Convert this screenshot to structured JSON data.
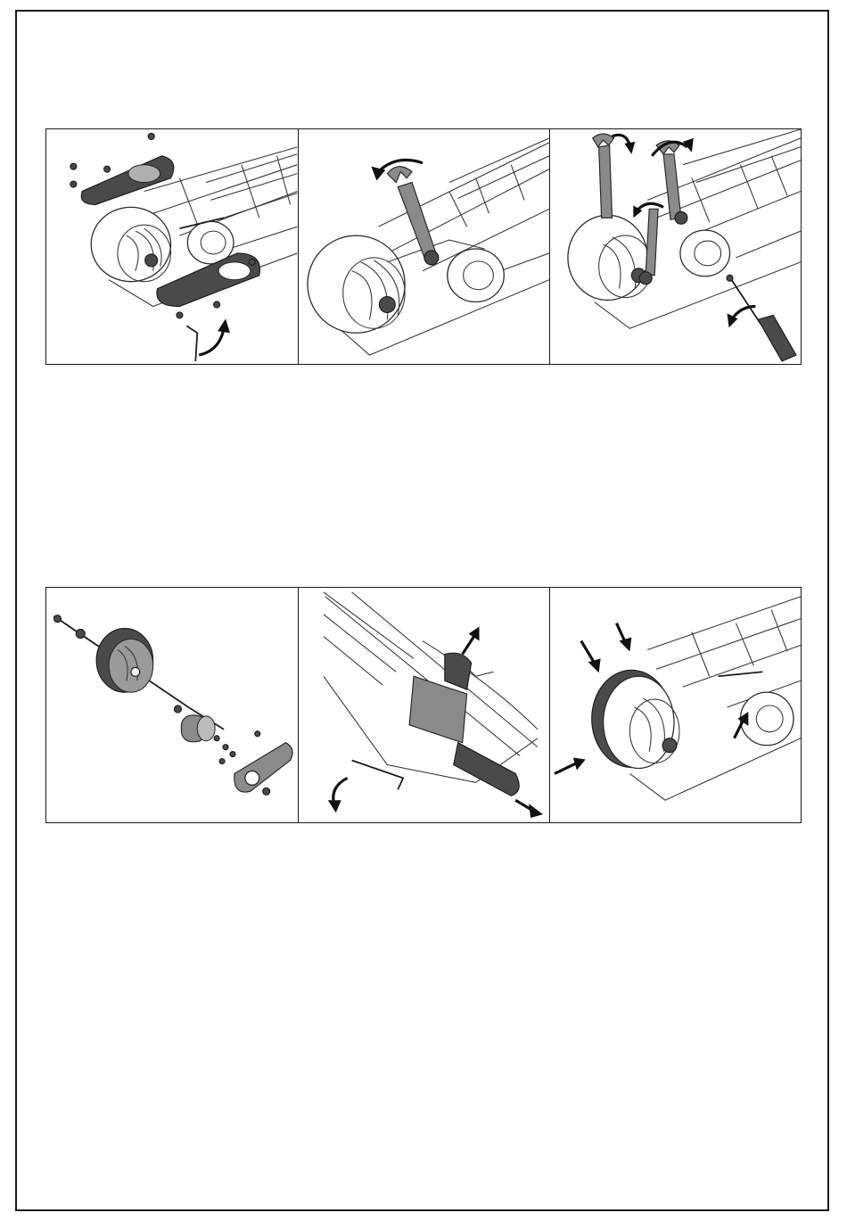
{
  "document": {
    "figures": [
      {
        "id": "top-row",
        "panels": [
          {
            "step": "remove-motor-covers",
            "icons": [
              "hex-key-icon",
              "rotate-arrow-icon",
              "bolt-icon"
            ]
          },
          {
            "step": "loosen-axle-nut",
            "icons": [
              "wrench-icon",
              "rotate-arrow-icon"
            ]
          },
          {
            "step": "unscrew-axle-and-mount",
            "icons": [
              "wrench-icon",
              "screwdriver-icon",
              "rotate-arrow-icon"
            ]
          }
        ]
      },
      {
        "id": "bottom-row",
        "panels": [
          {
            "step": "exploded-wheel-assembly",
            "icons": [
              "wheel-icon",
              "axle-icon",
              "bolt-icon"
            ]
          },
          {
            "step": "remove-motor-housing",
            "icons": [
              "hex-key-icon",
              "push-arrow-icon"
            ]
          },
          {
            "step": "reinstall-wheel",
            "icons": [
              "push-arrow-icon"
            ]
          }
        ]
      }
    ],
    "colors": {
      "ink": "#1a1a1a",
      "paper": "#ffffff",
      "part_fill": "#4a4a4a"
    }
  }
}
